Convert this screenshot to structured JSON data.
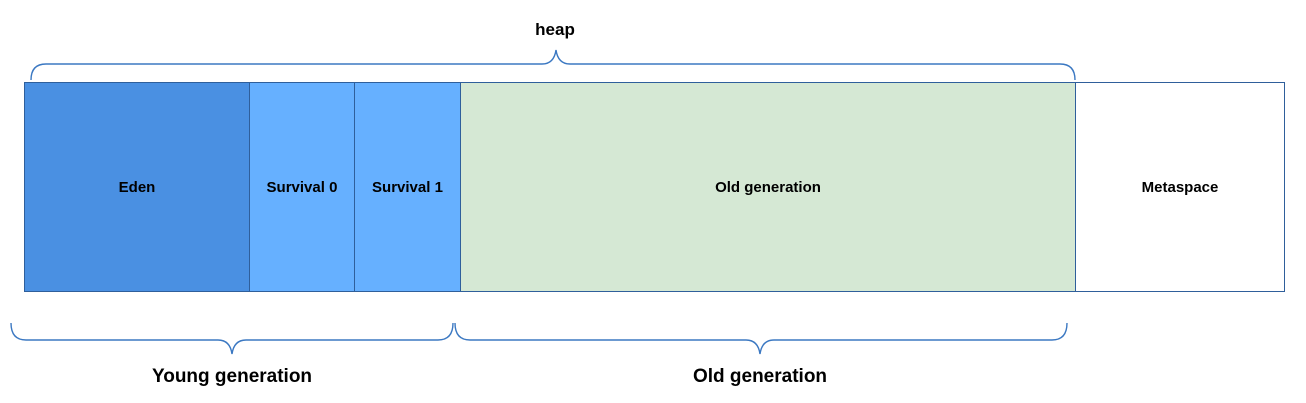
{
  "diagram": {
    "heap_label": "heap",
    "segments": [
      {
        "label": "Eden",
        "color": "#4a90e2"
      },
      {
        "label": "Survival 0",
        "color": "#66b0ff"
      },
      {
        "label": "Survival 1",
        "color": "#66b0ff"
      },
      {
        "label": "Old generation",
        "color": "#d5e8d4"
      },
      {
        "label": "Metaspace",
        "color": "#ffffff"
      }
    ],
    "young_generation_label": "Young generation",
    "old_generation_label": "Old generation"
  }
}
